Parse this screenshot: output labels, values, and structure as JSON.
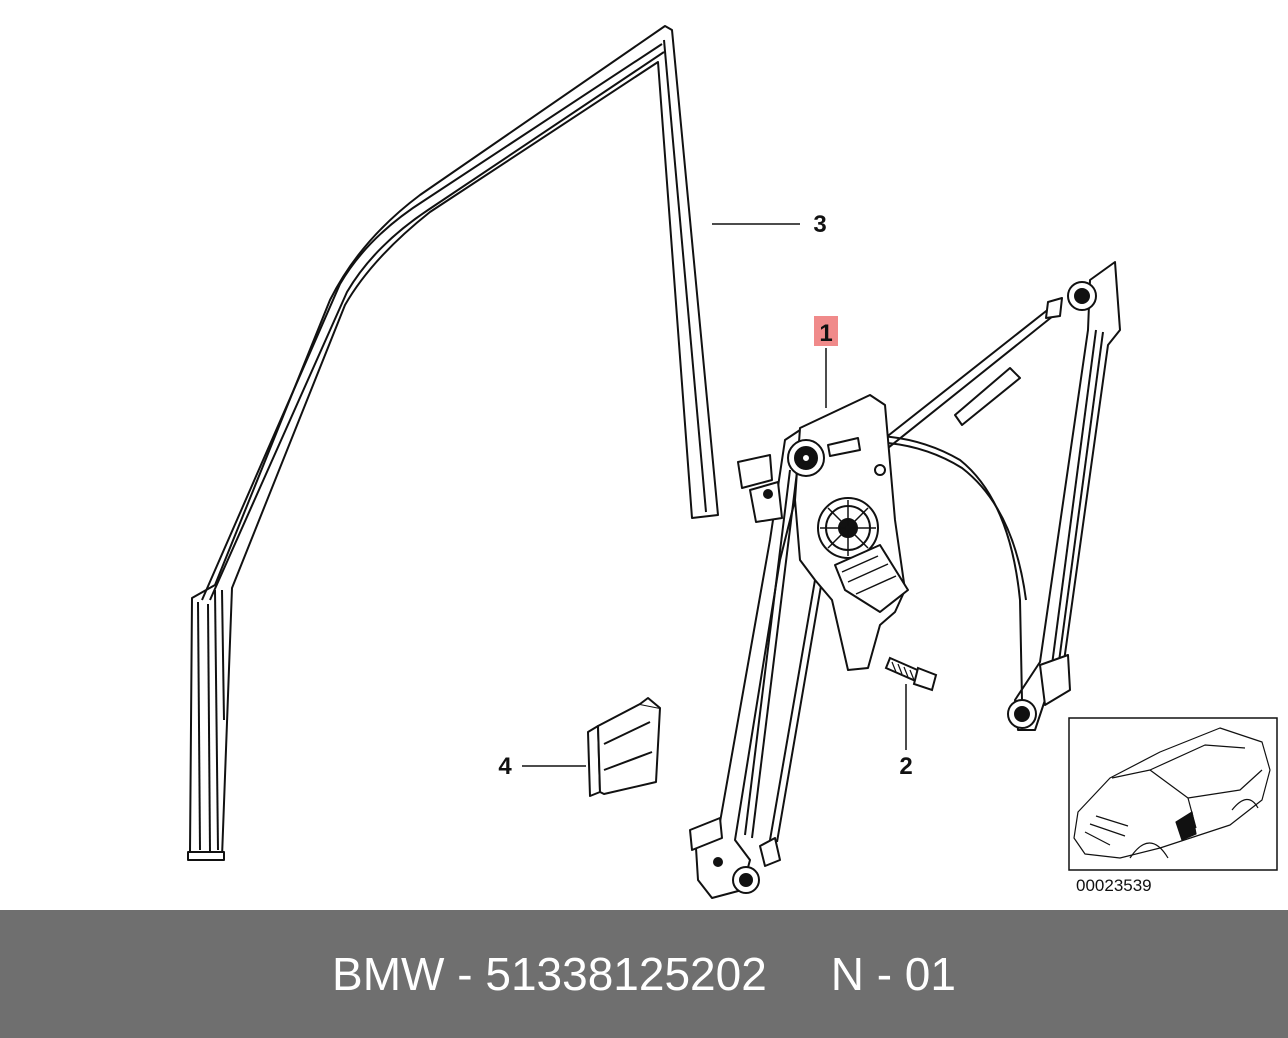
{
  "diagram": {
    "callouts": [
      {
        "id": "1",
        "label": "1",
        "highlighted": true
      },
      {
        "id": "2",
        "label": "2",
        "highlighted": false
      },
      {
        "id": "3",
        "label": "3",
        "highlighted": false
      },
      {
        "id": "4",
        "label": "4",
        "highlighted": false
      }
    ],
    "catalog_number": "00023539"
  },
  "footer": {
    "brand": "BMW",
    "separator": " - ",
    "part_number": "51338125202",
    "gap": "     ",
    "code": "N - 01"
  },
  "colors": {
    "highlight": "#f08a8a",
    "line": "#111111",
    "footer_bg": "#6f6f6f",
    "footer_text": "#ffffff"
  }
}
